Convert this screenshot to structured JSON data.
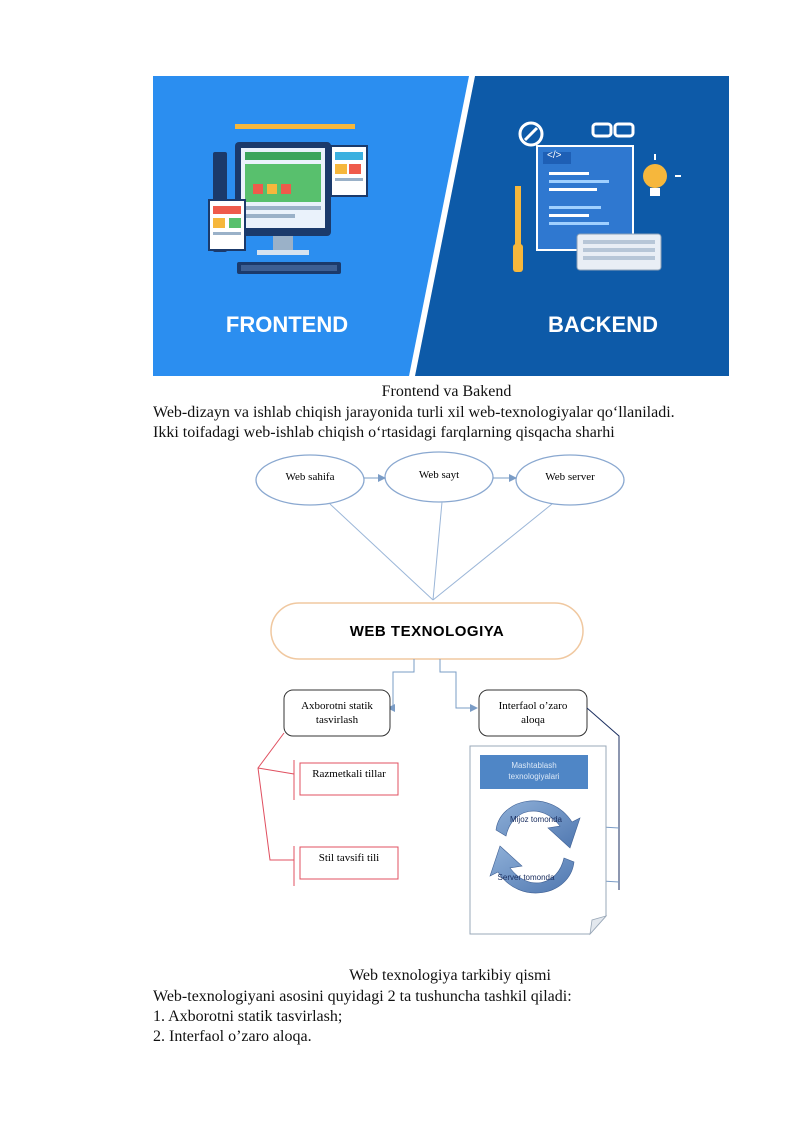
{
  "hero": {
    "left_label": "FRONTEND",
    "right_label": "BACKEND",
    "code_tag": "</>",
    "colors": {
      "left": "#2b8ef0",
      "right": "#0d5aa8"
    }
  },
  "caption1": "Frontend va Bakend",
  "para1": {
    "line1": "Web-dizayn va ishlab chiqish jarayonida turli xil web-texnologiyalar qo‘llaniladi.",
    "line2": "Ikki toifadagi web-ishlab chiqish o‘rtasidagi farqlarning qisqacha sharhi"
  },
  "diagram": {
    "top_nodes": [
      "Web sahifa",
      "Web sayt",
      "Web server"
    ],
    "center": "WEB TEXNOLOGIYA",
    "left_box": {
      "line1": "Axborotni statik",
      "line2": "tasvirlash"
    },
    "right_box": {
      "line1": "Interfaol o’zaro",
      "line2": "aloqa"
    },
    "sub_items": [
      "Razmetkali tillar",
      "Stil tavsifi tili"
    ],
    "card": {
      "header_line1": "Mashtablash",
      "header_line2": "texnologiyalari",
      "client": "Mijoz tomonda",
      "server": "Server tomonda"
    }
  },
  "caption2": "Web texnologiya tarkibiy qismi",
  "para2": {
    "intro": "Web-texnologiyani asosini quyidagi 2 ta tushuncha tashkil qiladi:",
    "items": [
      "1. Axborotni statik tasvirlash;",
      "2. Interfaol o’zaro aloqa."
    ]
  }
}
